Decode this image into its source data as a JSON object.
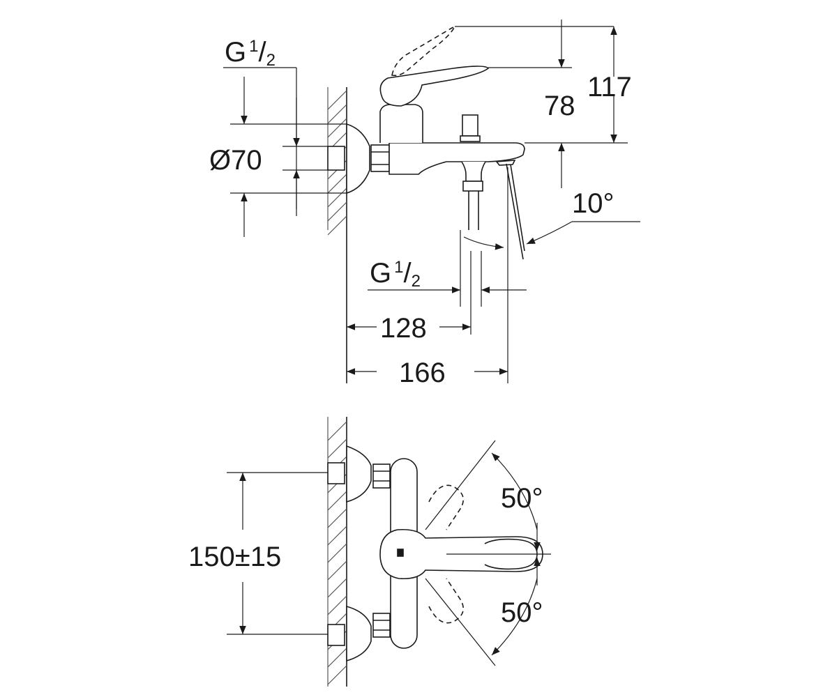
{
  "side_view": {
    "thread_top": {
      "base": "G",
      "num": "1",
      "den": "2"
    },
    "diameter": "Ø70",
    "height_78": "78",
    "height_117": "117",
    "angle_10": "10°",
    "thread_bottom": {
      "base": "G",
      "num": "1",
      "den": "2"
    },
    "length_128": "128",
    "length_166": "166"
  },
  "front_view": {
    "spacing": "150±15",
    "angle_top": "50°",
    "angle_bottom": "50°"
  },
  "colors": {
    "line": "#1a1a1a",
    "hatch": "#555555",
    "background": "#ffffff"
  }
}
